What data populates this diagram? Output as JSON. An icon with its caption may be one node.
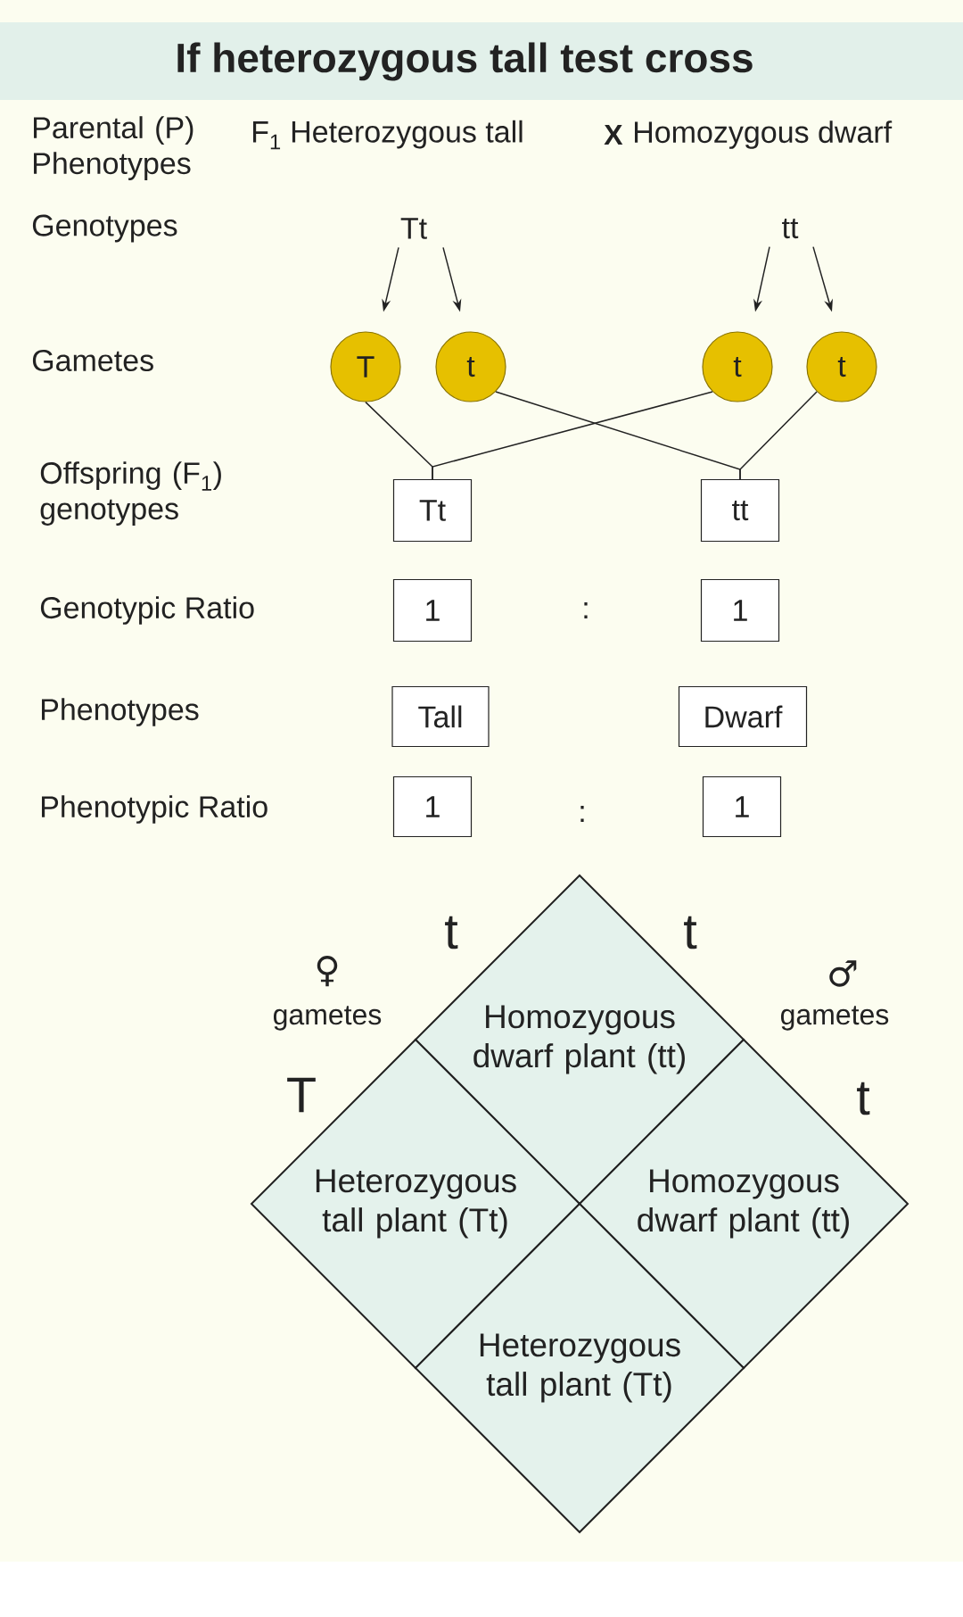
{
  "diagram": {
    "title": "If heterozygous tall test cross",
    "nodes": [
      {
        "text": [
          "Tt"
        ]
      },
      {
        "text": [
          "tt"
        ]
      },
      {
        "text": [
          "T"
        ]
      },
      {
        "text": [
          "t"
        ]
      },
      {
        "text": [
          "t"
        ]
      },
      {
        "text": [
          "t"
        ]
      },
      {
        "text": [
          "Tt"
        ]
      },
      {
        "text": [
          "tt"
        ]
      },
      {
        "text": [
          "1"
        ]
      },
      {
        "text": [
          "1"
        ]
      },
      {
        "text": [
          "Tall"
        ]
      },
      {
        "text": [
          "Dwarf"
        ]
      },
      {
        "text": [
          "1"
        ]
      },
      {
        "text": [
          "1"
        ]
      },
      {
        "text": [
          "Homozygous dwarf plant (tt)"
        ]
      },
      {
        "text": [
          "Heterozygous tall plant (Tt)"
        ]
      },
      {
        "text": [
          "Homozygous dwarf plant (tt)"
        ]
      },
      {
        "text": [
          "Heterozygous tall plant (Tt)"
        ]
      }
    ],
    "edges": [
      {
        "from": 0,
        "to": 2,
        "arrow": "to"
      },
      {
        "from": 0,
        "to": 3,
        "arrow": "to"
      },
      {
        "from": 1,
        "to": 4,
        "arrow": "to"
      },
      {
        "from": 1,
        "to": 5,
        "arrow": "to"
      },
      {
        "from": 2,
        "to": 6,
        "arrow": "none"
      },
      {
        "from": 4,
        "to": 6,
        "arrow": "none"
      },
      {
        "from": 3,
        "to": 7,
        "arrow": "none"
      },
      {
        "from": 5,
        "to": 7,
        "arrow": "none"
      }
    ],
    "labels": [
      "Parental (P) Phenotypes",
      "F$_{1}$ Heterozygous tall",
      "X",
      "Homozygous dwarf",
      "Genotypes",
      "Gametes",
      "Offspring (F$_{1}$) genotypes",
      "Genotypic Ratio",
      ":",
      "Phenotypes",
      "Phenotypic Ratio",
      ":",
      "t",
      "t",
      "♀",
      "gametes",
      "♂",
      "gametes",
      "T",
      "t"
    ]
  }
}
